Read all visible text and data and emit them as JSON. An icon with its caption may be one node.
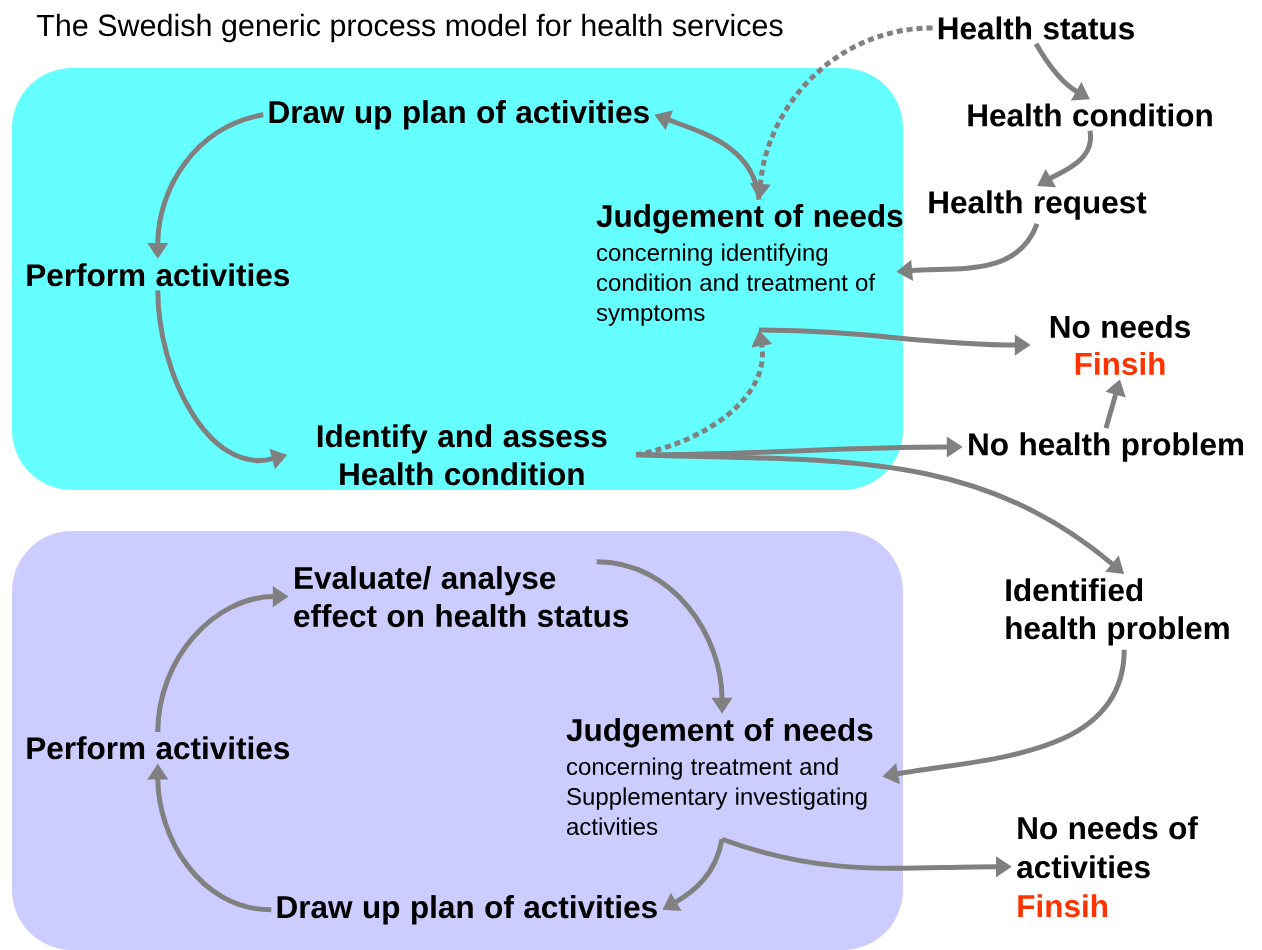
{
  "diagram": {
    "title": "The Swedish generic process model for health services",
    "nodes": [
      {
        "text": [],
        "shape": "box"
      },
      {
        "text": [
          "Draw up plan of activities"
        ],
        "in": 0
      },
      {
        "text": [
          "Judgement of needs",
          "concerning identifying condition and treatment of symptoms"
        ],
        "in": 0
      },
      {
        "text": [
          "Perform activities"
        ],
        "in": 0
      },
      {
        "text": [
          "Identify and assess Health condition"
        ],
        "in": 0
      },
      {
        "text": [
          "Health status"
        ]
      },
      {
        "text": [
          "Health condition"
        ]
      },
      {
        "text": [
          "Health request"
        ]
      },
      {
        "text": [
          "No needs",
          "Finsih"
        ]
      },
      {
        "text": [
          "No health problem"
        ]
      },
      {
        "text": [
          "Identified health problem"
        ]
      },
      {
        "text": [],
        "shape": "box"
      },
      {
        "text": [
          "Evaluate/ analyse effect on health status"
        ],
        "in": 11
      },
      {
        "text": [
          "Perform activities"
        ],
        "in": 11
      },
      {
        "text": [
          "Judgement of needs",
          "concerning treatment and Supplementary investigating activities"
        ],
        "in": 11
      },
      {
        "text": [
          "Draw up plan of activities"
        ],
        "in": 11
      },
      {
        "text": [
          "No needs of activities",
          "Finsih"
        ]
      }
    ],
    "edges": [
      {
        "from": 2,
        "to": 1,
        "arrow": "to"
      },
      {
        "from": 1,
        "to": 3,
        "arrow": "to"
      },
      {
        "from": 3,
        "to": 4,
        "arrow": "to"
      },
      {
        "from": 4,
        "to": 2,
        "arrow": "to",
        "style": "dashed"
      },
      {
        "from": 5,
        "to": 2,
        "arrow": "to",
        "style": "dashed"
      },
      {
        "from": 5,
        "to": 6,
        "arrow": "to"
      },
      {
        "from": 6,
        "to": 7,
        "arrow": "to"
      },
      {
        "from": 7,
        "to": 2,
        "arrow": "to"
      },
      {
        "from": 2,
        "to": 8,
        "arrow": "to"
      },
      {
        "from": 9,
        "to": 8,
        "arrow": "to"
      },
      {
        "from": 4,
        "to": 9,
        "arrow": "to"
      },
      {
        "from": 4,
        "to": 10,
        "arrow": "to"
      },
      {
        "from": 10,
        "to": 14,
        "arrow": "to"
      },
      {
        "from": 12,
        "to": 14,
        "arrow": "to"
      },
      {
        "from": 14,
        "to": 15,
        "arrow": "to"
      },
      {
        "from": 14,
        "to": 16,
        "arrow": "to"
      },
      {
        "from": 15,
        "to": 13,
        "arrow": "to"
      },
      {
        "from": 13,
        "to": 12,
        "arrow": "to"
      }
    ]
  }
}
